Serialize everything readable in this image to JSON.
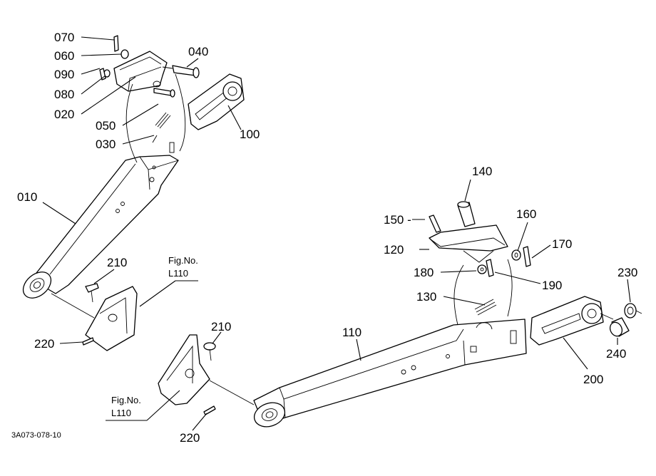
{
  "diagram": {
    "callouts": {
      "p070": "070",
      "p060": "060",
      "p090": "090",
      "p080": "080",
      "p020": "020",
      "p040": "040",
      "p050": "050",
      "p030": "030",
      "p100": "100",
      "p010": "010",
      "p210a": "210",
      "p220a": "220",
      "p140": "140",
      "p150": "150 -",
      "p160": "160",
      "p120": "120",
      "p170": "170",
      "p180": "180",
      "p190": "190",
      "p130": "130",
      "p110": "110",
      "p230": "230",
      "p240": "240",
      "p200": "200",
      "p210b": "210",
      "p220b": "220"
    },
    "fig_refs": [
      {
        "line1": "Fig.No.",
        "line2": "L110"
      },
      {
        "line1": "Fig.No.",
        "line2": "L110"
      }
    ],
    "drawing_code": "3A073-078-10"
  }
}
